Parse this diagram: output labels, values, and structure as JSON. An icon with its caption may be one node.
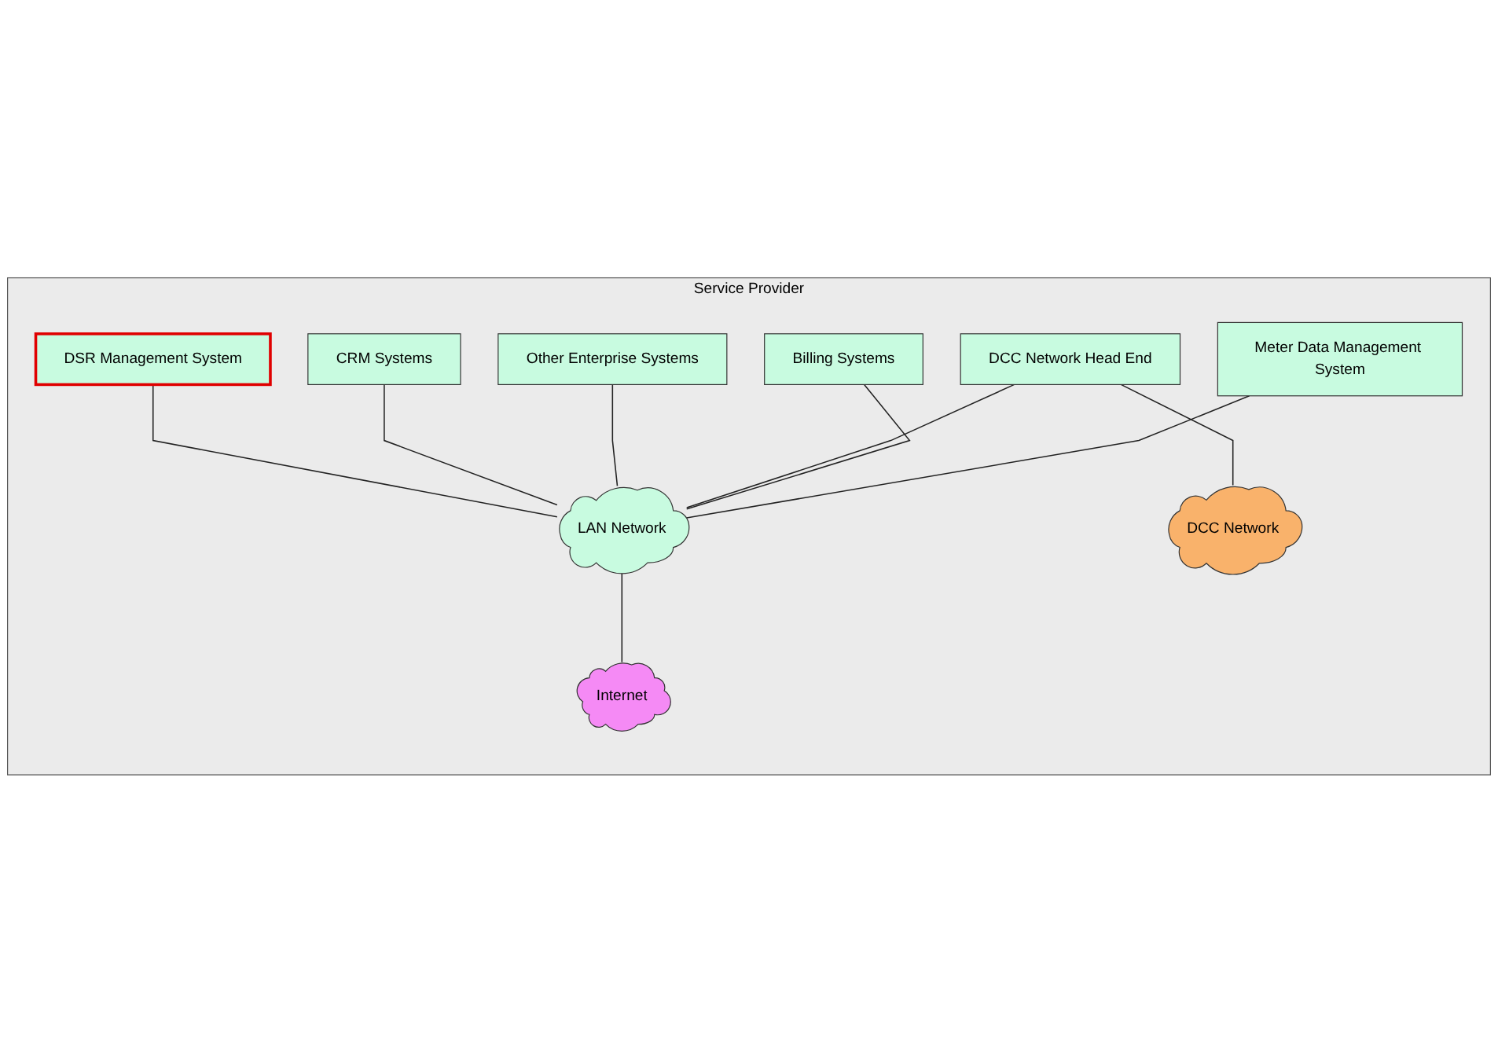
{
  "diagram": {
    "nodes": [
      {
        "text": [
          "Service Provider"
        ]
      },
      {
        "text": [
          "Meter Data Management System"
        ],
        "in": 0
      },
      {
        "text": [
          "Billing Systems"
        ],
        "in": 0
      },
      {
        "text": [
          "DCC Network Head End"
        ],
        "in": 0
      },
      {
        "text": [
          "DCC Network"
        ],
        "in": 0
      },
      {
        "text": [
          "LAN Network"
        ],
        "in": 0
      },
      {
        "text": [
          "Other Enterprise Systems"
        ],
        "in": 0
      },
      {
        "text": [
          "Internet"
        ],
        "in": 0
      },
      {
        "text": [
          "DSR Management System"
        ],
        "in": 0
      },
      {
        "text": [
          "CRM Systems"
        ],
        "in": 0
      }
    ],
    "edges": [
      {
        "from": 1,
        "to": 5,
        "arrow": "none"
      },
      {
        "from": 2,
        "to": 5,
        "arrow": "none"
      },
      {
        "from": 3,
        "to": 5,
        "arrow": "none"
      },
      {
        "from": 3,
        "to": 4,
        "arrow": "none"
      },
      {
        "from": 5,
        "to": 7,
        "arrow": "none"
      },
      {
        "from": 6,
        "to": 5,
        "arrow": "none"
      },
      {
        "from": 9,
        "to": 5,
        "arrow": "none"
      },
      {
        "from": 8,
        "to": 5,
        "arrow": "none"
      }
    ]
  }
}
